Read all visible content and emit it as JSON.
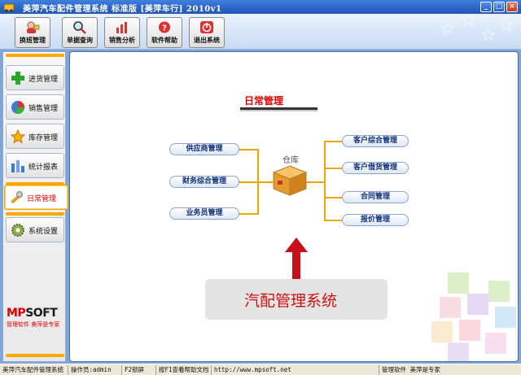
{
  "window": {
    "title": "美萍汽车配件管理系统 标准版 [美萍车行] 2010v1",
    "min_label": "_",
    "max_label": "□",
    "close_label": "×"
  },
  "toolbar": {
    "buttons": [
      {
        "label": "换班管理",
        "icon": "shift-change-icon"
      },
      {
        "label": "单据查询",
        "icon": "magnifier-icon"
      },
      {
        "label": "销售分析",
        "icon": "chart-icon"
      },
      {
        "label": "软件帮助",
        "icon": "help-icon"
      },
      {
        "label": "退出系统",
        "icon": "power-icon"
      }
    ]
  },
  "sidebar": {
    "items": [
      {
        "label": "进货管理",
        "icon": "plus-icon",
        "active": false
      },
      {
        "label": "销售管理",
        "icon": "pie-icon",
        "active": false
      },
      {
        "label": "库存管理",
        "icon": "star-icon",
        "active": false
      },
      {
        "label": "统计报表",
        "icon": "bar-chart-icon",
        "active": false
      },
      {
        "label": "日常管理",
        "icon": "wrench-icon",
        "active": true
      },
      {
        "label": "系统设置",
        "icon": "gear-icon",
        "active": false
      }
    ],
    "logo_brand_a": "MP",
    "logo_brand_b": "SOFT",
    "logo_slogan": "管理软件  美萍是专家"
  },
  "main": {
    "heading": "日常管理",
    "left_buttons": [
      "供应商管理",
      "财务综合管理",
      "业务员管理"
    ],
    "right_buttons": [
      "客户综合管理",
      "客户借货管理",
      "合同管理",
      "报价管理"
    ],
    "center_label": "仓库",
    "banner": "汽配管理系统"
  },
  "statusbar": {
    "cells": [
      "美萍汽车配件管理系统",
      "操作员:admin",
      "F2锁屏",
      "按F1查看帮助文档",
      "http://www.mpsoft.net",
      "管理软件 美萍是专家"
    ]
  },
  "colors": {
    "accent_orange": "#f0a600",
    "active_red": "#e00000",
    "title_blue": "#2a62c6"
  }
}
